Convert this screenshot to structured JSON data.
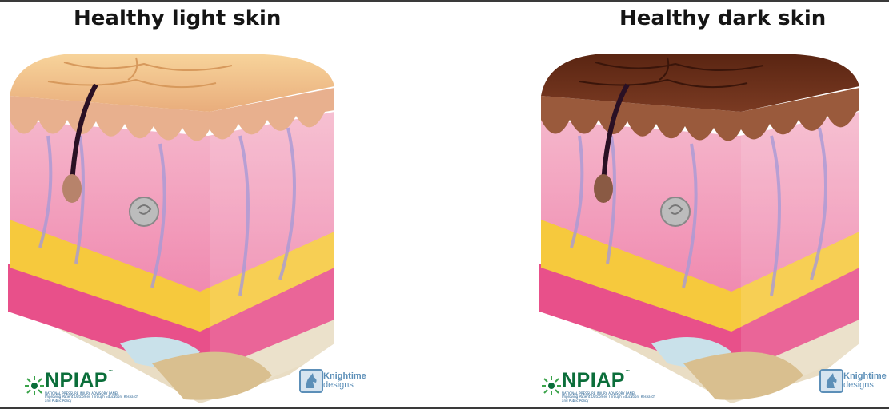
{
  "panels": [
    {
      "title": "Healthy light skin"
    },
    {
      "title": "Healthy dark skin"
    }
  ],
  "logos": {
    "npiap": {
      "name": "NPIAP",
      "tm": "™",
      "line1": "NATIONAL PRESSURE INJURY ADVISORY PANEL",
      "line2": "Improving Patient Outcomes Through Education, Research and Public Policy"
    },
    "knightime": {
      "line1": "Knightime",
      "line2": "designs"
    }
  },
  "colors": {
    "light_epidermis_top": "#f2c27e",
    "light_epidermis_band": "#e8b08e",
    "dark_epidermis_top": "#5a2512",
    "dark_epidermis_band": "#7a3a22",
    "dermis": "#f2a7c1",
    "fat": "#f6c93d",
    "muscle": "#e8508a",
    "bone": "#e9ddc4",
    "hair": "#2a1024",
    "npiap_green": "#0b6e3a",
    "knightime_blue": "#5c8fb8"
  }
}
